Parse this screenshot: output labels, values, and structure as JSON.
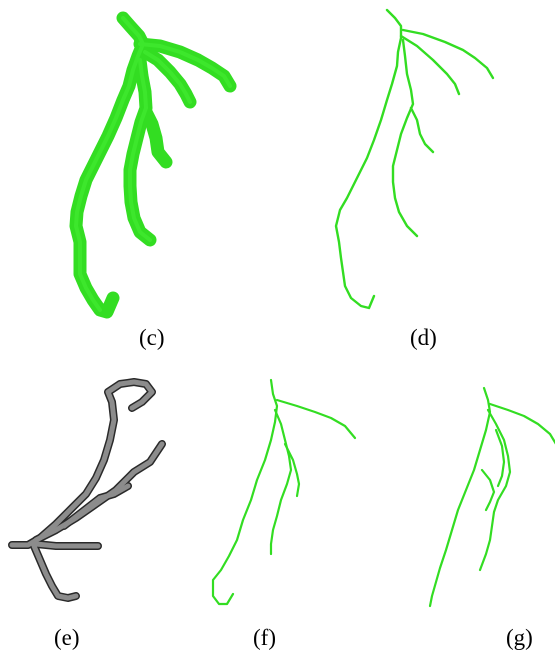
{
  "figure": {
    "panels": [
      {
        "id": "c",
        "label": "(c)",
        "style": "thick-green"
      },
      {
        "id": "d",
        "label": "(d)",
        "style": "thin-green"
      },
      {
        "id": "e",
        "label": "(e)",
        "style": "thick-gray"
      },
      {
        "id": "f",
        "label": "(f)",
        "style": "thin-green"
      },
      {
        "id": "g",
        "label": "(g)",
        "style": "thin-green"
      }
    ],
    "colors": {
      "vessel_green": "#33dd22",
      "vessel_green_light": "#44ee33",
      "vessel_gray": "#8c8c8c",
      "vessel_gray_edge": "#2a2a2a",
      "caption": "#000000",
      "background": "#ffffff"
    }
  }
}
